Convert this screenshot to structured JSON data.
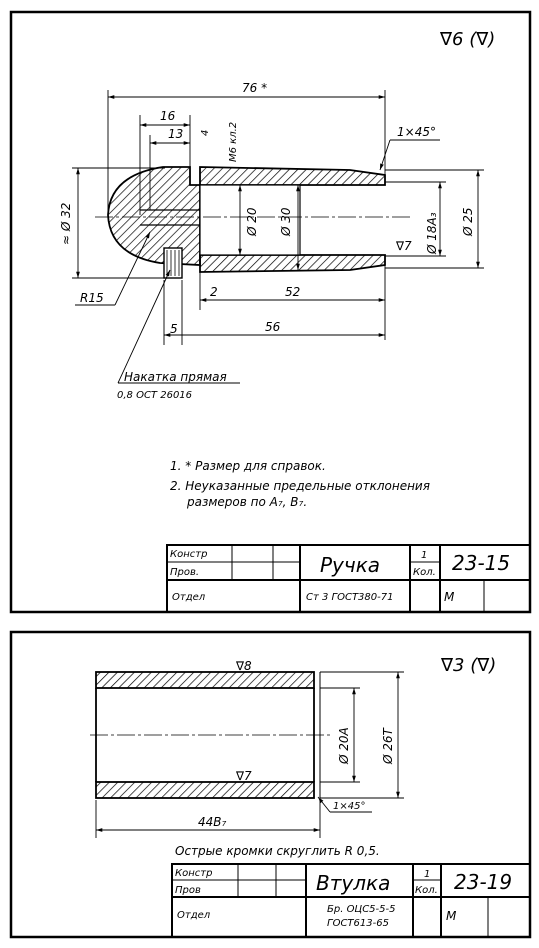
{
  "sheet1": {
    "roughness": "∇6 (∇)",
    "dims": {
      "overall": "76 *",
      "d16": "16",
      "d13": "13",
      "d4": "4",
      "thread": "M6 кл.2",
      "chamfer": "1×45°",
      "dia32": "≈ Ø 32",
      "dia20": "Ø 20",
      "dia30": "Ø 30",
      "dia18": "Ø 18A₃",
      "dia25": "Ø 25",
      "rough7": "∇7",
      "r15": "R15",
      "d2": "2",
      "d52": "52",
      "d5": "5",
      "d56": "56"
    },
    "knurl_label": "Накатка прямая",
    "knurl_spec": "0,8 ОСТ 26016",
    "notes": [
      "1. * Размер для справок.",
      "2. Неуказанные предельные отклонения",
      "размеров по A₇, B₇."
    ],
    "title_block": {
      "konstr": "Констр",
      "prov": "Пров.",
      "otdel": "Отдел",
      "name": "Ручка",
      "qty": "1",
      "qty_label": "Кол.",
      "number": "23-15",
      "material": "Ст 3 ГОСТ380-71",
      "scale": "М"
    }
  },
  "sheet2": {
    "roughness": "∇3 (∇)",
    "dims": {
      "rough8": "∇8",
      "rough7": "∇7",
      "dia20": "Ø 20A",
      "dia26": "Ø 26T",
      "chamfer": "1×45°",
      "length": "44B₇"
    },
    "note": "Острые кромки скруглить R 0,5.",
    "title_block": {
      "konstr": "Констр",
      "prov": "Пров",
      "otdel": "Отдел",
      "name": "Втулка",
      "qty": "1",
      "qty_label": "Кол.",
      "number": "23-19",
      "material1": "Бр. ОЦС5-5-5",
      "material2": "ГОСТ613-65",
      "scale": "М"
    }
  }
}
